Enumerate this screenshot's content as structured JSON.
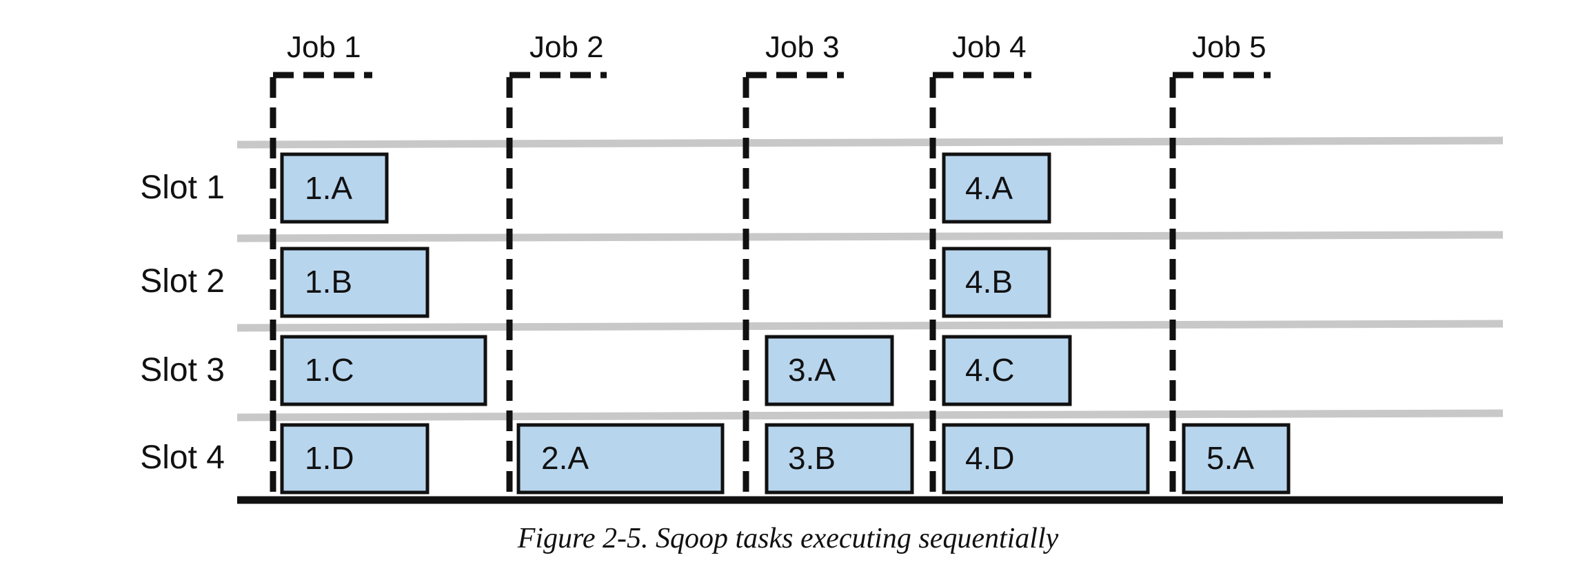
{
  "jobs": [
    {
      "id": "job1",
      "label": "Job 1"
    },
    {
      "id": "job2",
      "label": "Job 2"
    },
    {
      "id": "job3",
      "label": "Job 3"
    },
    {
      "id": "job4",
      "label": "Job 4"
    },
    {
      "id": "job5",
      "label": "Job 5"
    }
  ],
  "slots": [
    {
      "id": "slot1",
      "label": "Slot 1"
    },
    {
      "id": "slot2",
      "label": "Slot 2"
    },
    {
      "id": "slot3",
      "label": "Slot 3"
    },
    {
      "id": "slot4",
      "label": "Slot 4"
    }
  ],
  "tasks": [
    {
      "id": "1.A",
      "label": "1.A",
      "job": "Job 1",
      "slot": "Slot 1"
    },
    {
      "id": "1.B",
      "label": "1.B",
      "job": "Job 1",
      "slot": "Slot 2"
    },
    {
      "id": "1.C",
      "label": "1.C",
      "job": "Job 1",
      "slot": "Slot 3"
    },
    {
      "id": "1.D",
      "label": "1.D",
      "job": "Job 1",
      "slot": "Slot 4"
    },
    {
      "id": "2.A",
      "label": "2.A",
      "job": "Job 2",
      "slot": "Slot 4"
    },
    {
      "id": "3.A",
      "label": "3.A",
      "job": "Job 3",
      "slot": "Slot 3"
    },
    {
      "id": "3.B",
      "label": "3.B",
      "job": "Job 3",
      "slot": "Slot 4"
    },
    {
      "id": "4.A",
      "label": "4.A",
      "job": "Job 4",
      "slot": "Slot 1"
    },
    {
      "id": "4.B",
      "label": "4.B",
      "job": "Job 4",
      "slot": "Slot 2"
    },
    {
      "id": "4.C",
      "label": "4.C",
      "job": "Job 4",
      "slot": "Slot 3"
    },
    {
      "id": "4.D",
      "label": "4.D",
      "job": "Job 4",
      "slot": "Slot 4"
    },
    {
      "id": "5.A",
      "label": "5.A",
      "job": "Job 5",
      "slot": "Slot 4"
    }
  ],
  "colors": {
    "task_fill": "#b8d5ee",
    "task_stroke": "#111111",
    "slot_divider": "#c8c8c8",
    "job_marker": "#111111",
    "baseline": "#111111"
  },
  "caption": "Figure 2-5. Sqoop tasks executing sequentially"
}
